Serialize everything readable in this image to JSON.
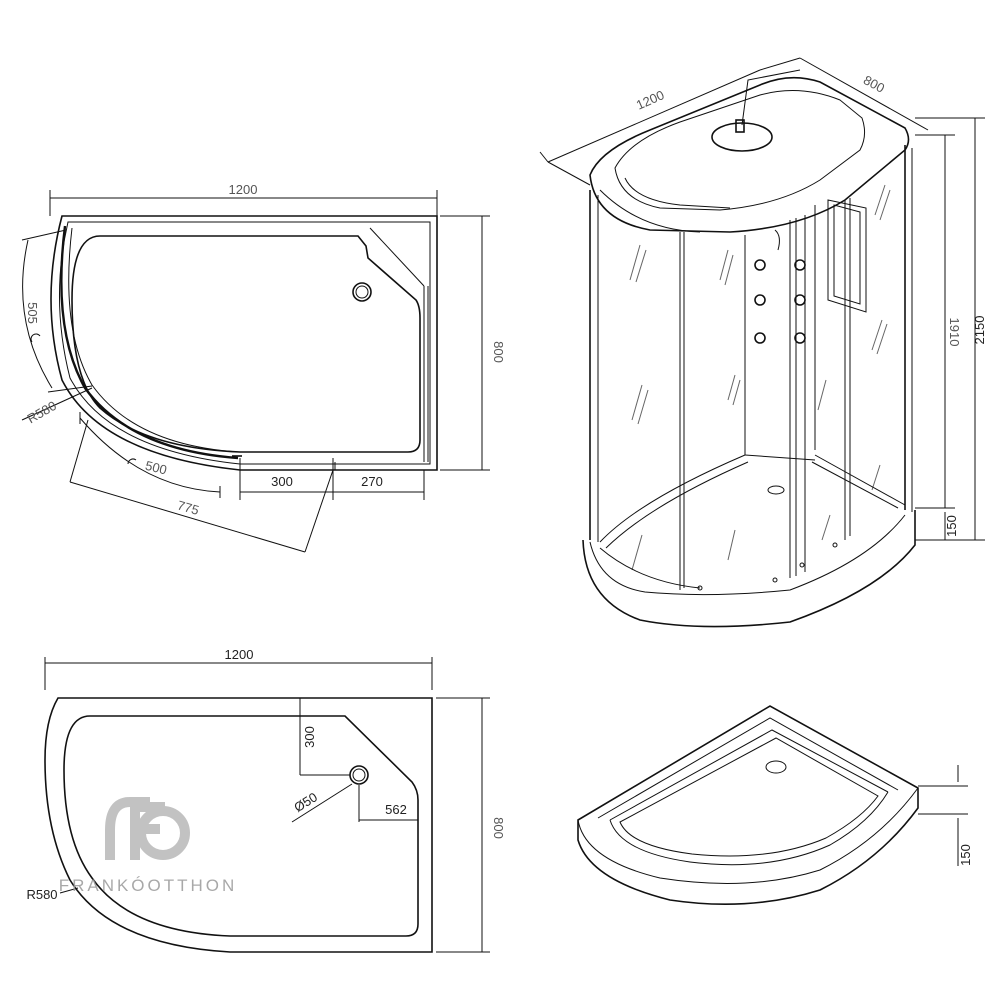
{
  "top_plan": {
    "width": "1200",
    "depth": "800",
    "arc_len": "505",
    "radius": "R580",
    "arc_500": "500",
    "door_a": "300",
    "door_b": "270",
    "diag": "775"
  },
  "iso_cabin": {
    "width": "1200",
    "depth": "800",
    "height_total": "2150",
    "height_inner": "1910",
    "tray_height": "150"
  },
  "tray_plan": {
    "width": "1200",
    "depth": "800",
    "drain_offset_y": "300",
    "drain_diam": "Ø50",
    "drain_offset_x": "562",
    "radius": "R580"
  },
  "iso_tray": {
    "tray_height": "150"
  },
  "watermark": {
    "logo": "FO",
    "name": "FRANKÓOTTHON"
  }
}
